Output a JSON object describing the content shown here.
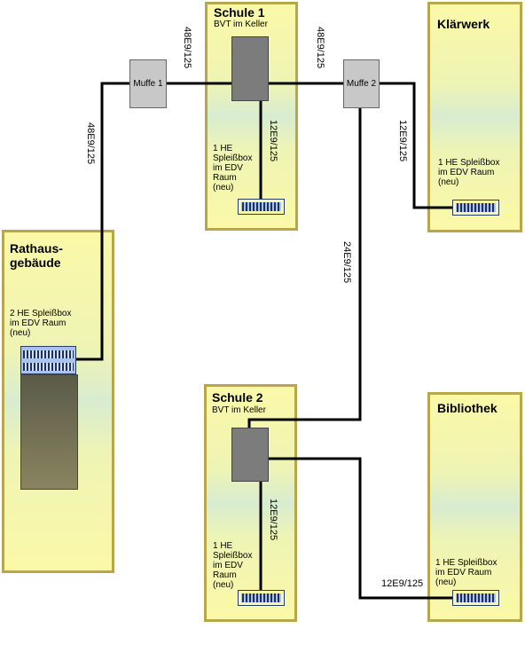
{
  "buildings": {
    "schule1": {
      "title": "Schule 1",
      "subtitle": "BVT im Keller",
      "note": "1 HE\nSpleißbox\nim EDV\nRaum\n(neu)"
    },
    "klaerwerk": {
      "title": "Klärwerk",
      "note": "1 HE Spleißbox\nim EDV Raum\n(neu)"
    },
    "rathaus": {
      "title": "Rathaus-\ngebäude",
      "note": "2 HE Spleißbox\nim EDV Raum\n(neu)"
    },
    "schule2": {
      "title": "Schule 2",
      "subtitle": "BVT im Keller",
      "note": "1 HE\nSpleißbox\nim EDV\nRaum\n(neu)"
    },
    "bibliothek": {
      "title": "Bibliothek",
      "note": "1 HE Spleißbox\nim EDV Raum\n(neu)"
    }
  },
  "joints": {
    "muffe1": "Muffe 1",
    "muffe2": "Muffe 2"
  },
  "cables": {
    "rathaus_muffe1": "48E9/125",
    "muffe1_schule1": "48E9/125",
    "schule1_muffe2": "48E9/125",
    "schule1_internal": "12E9/125",
    "muffe2_klaerwerk": "12E9/125",
    "muffe2_schule2": "24E9/125",
    "schule2_internal": "12E9/125",
    "schule2_bibliothek": "12E9/125"
  }
}
